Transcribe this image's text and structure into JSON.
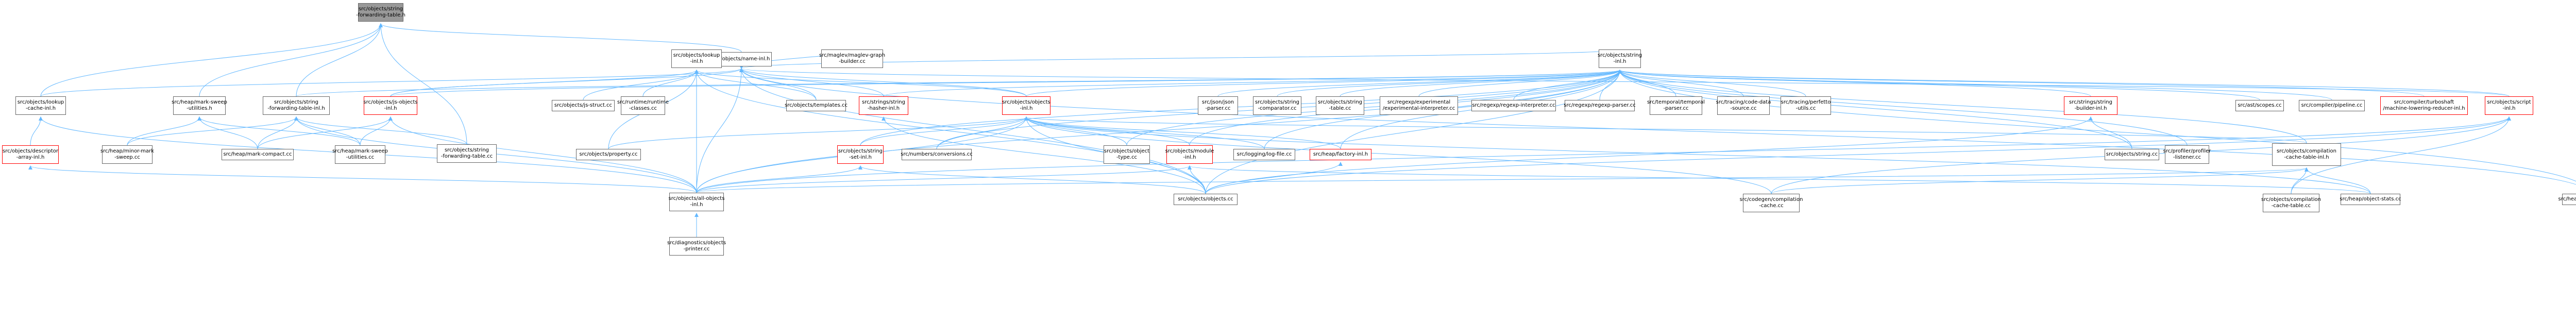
{
  "graph": {
    "style": {
      "edge_color": "#63b8ff",
      "active_fill": "#999999",
      "node_border": "#666666",
      "incomplete_border": "#ff0000"
    },
    "nodes": [
      {
        "id": "root",
        "label": "src/objects/string\n-forwarding-table.h",
        "active": true
      },
      {
        "id": "name_inl",
        "label": "src/objects/name-inl.h"
      },
      {
        "id": "lookup_cache_inl",
        "label": "src/objects/lookup\n-cache-inl.h"
      },
      {
        "id": "mark_sweep_utilities_h",
        "label": "src/heap/mark-sweep\n-utilities.h"
      },
      {
        "id": "sft_inl",
        "label": "src/objects/string\n-forwarding-table-inl.h"
      },
      {
        "id": "sft_cc",
        "label": "src/objects/string\n-forwarding-table.cc"
      },
      {
        "id": "lookup_inl",
        "label": "src/objects/lookup\n-inl.h"
      },
      {
        "id": "maglev_graph_builder",
        "label": "src/maglev/maglev-graph\n-builder.cc"
      },
      {
        "id": "string_inl",
        "label": "src/objects/string\n-inl.h"
      },
      {
        "id": "descriptor_array_inl",
        "label": "src/objects/descriptor\n-array-inl.h",
        "red": true
      },
      {
        "id": "minor_mark_sweep",
        "label": "src/heap/minor-mark\n-sweep.cc"
      },
      {
        "id": "mark_compact",
        "label": "src/heap/mark-compact.cc"
      },
      {
        "id": "mark_sweep_utilities_cc",
        "label": "src/heap/mark-sweep\n-utilities.cc"
      },
      {
        "id": "js_objects_inl",
        "label": "src/objects/js-objects\n-inl.h",
        "red": true
      },
      {
        "id": "js_struct",
        "label": "src/objects/js-struct.cc"
      },
      {
        "id": "runtime_classes",
        "label": "src/runtime/runtime\n-classes.cc"
      },
      {
        "id": "templates",
        "label": "src/objects/templates.cc"
      },
      {
        "id": "hasher_inl",
        "label": "src/strings/string\n-hasher-inl.h",
        "red": true
      },
      {
        "id": "objects_inl",
        "label": "src/objects/objects\n-inl.h",
        "red": true
      },
      {
        "id": "json_parser",
        "label": "src/json/json\n-parser.cc"
      },
      {
        "id": "string_comparator",
        "label": "src/objects/string\n-comparator.cc"
      },
      {
        "id": "string_table",
        "label": "src/objects/string\n-table.cc"
      },
      {
        "id": "experimental_interpreter",
        "label": "src/regexp/experimental\n/experimental-interpreter.cc"
      },
      {
        "id": "regexp_interpreter",
        "label": "src/regexp/regexp-interpreter.cc"
      },
      {
        "id": "regexp_parser",
        "label": "src/regexp/regexp-parser.cc"
      },
      {
        "id": "temporal_parser",
        "label": "src/temporal/temporal\n-parser.cc"
      },
      {
        "id": "code_data_source",
        "label": "src/tracing/code-data\n-source.cc"
      },
      {
        "id": "perfetto_utils",
        "label": "src/tracing/perfetto\n-utils.cc"
      },
      {
        "id": "string_builder_inl",
        "label": "src/strings/string\n-builder-inl.h",
        "red": true
      },
      {
        "id": "ast_scopes",
        "label": "src/ast/scopes.cc"
      },
      {
        "id": "pipeline",
        "label": "src/compiler/pipeline.cc"
      },
      {
        "id": "turboshaft",
        "label": "src/compiler/turboshaft\n/machine-lowering-reducer-inl.h",
        "red": true
      },
      {
        "id": "script_inl",
        "label": "src/objects/script\n-inl.h",
        "red": true
      },
      {
        "id": "property_cc",
        "label": "src/objects/property.cc"
      },
      {
        "id": "string_set_inl",
        "label": "src/objects/string\n-set-inl.h",
        "red": true
      },
      {
        "id": "numbers_conversions",
        "label": "src/numbers/conversions.cc"
      },
      {
        "id": "object_type",
        "label": "src/objects/object\n-type.cc"
      },
      {
        "id": "module_inl",
        "label": "src/objects/module\n-inl.h",
        "red": true
      },
      {
        "id": "log_file",
        "label": "src/logging/log-file.cc"
      },
      {
        "id": "factory_inl",
        "label": "src/heap/factory-inl.h",
        "red": true
      },
      {
        "id": "string_cc",
        "label": "src/objects/string.cc"
      },
      {
        "id": "profiler_listener",
        "label": "src/profiler/profiler\n-listener.cc"
      },
      {
        "id": "compilation_cache_inl",
        "label": "src/objects/compilation\n-cache-table-inl.h"
      },
      {
        "id": "all_objects_inl",
        "label": "src/objects/all-objects\n-inl.h"
      },
      {
        "id": "objects_cc",
        "label": "src/objects/objects.cc"
      },
      {
        "id": "codegen_compilation_cache",
        "label": "src/codegen/compilation\n-cache.cc"
      },
      {
        "id": "factory_base",
        "label": "src/heap/factory-base.cc"
      },
      {
        "id": "compilation_cache_table",
        "label": "src/objects/compilation\n-cache-table.cc"
      },
      {
        "id": "object_stats",
        "label": "src/heap/object-stats.cc"
      },
      {
        "id": "objects_printer",
        "label": "src/diagnostics/objects\n-printer.cc"
      }
    ],
    "edges": [
      [
        "name_inl",
        "root"
      ],
      [
        "lookup_cache_inl",
        "root"
      ],
      [
        "mark_sweep_utilities_h",
        "root"
      ],
      [
        "sft_inl",
        "root"
      ],
      [
        "sft_cc",
        "root"
      ],
      [
        "lookup_inl",
        "name_inl"
      ],
      [
        "maglev_graph_builder",
        "name_inl"
      ],
      [
        "string_inl",
        "name_inl"
      ],
      [
        "hasher_inl",
        "name_inl"
      ],
      [
        "objects_inl",
        "name_inl"
      ],
      [
        "templates",
        "name_inl"
      ],
      [
        "script_inl",
        "name_inl"
      ],
      [
        "all_objects_inl",
        "name_inl"
      ],
      [
        "objects_cc",
        "name_inl"
      ],
      [
        "lookup_cache_inl",
        "name_inl"
      ],
      [
        "js_objects_inl",
        "name_inl"
      ],
      [
        "factory_base",
        "name_inl"
      ],
      [
        "descriptor_array_inl",
        "lookup_cache_inl"
      ],
      [
        "all_objects_inl",
        "lookup_cache_inl"
      ],
      [
        "minor_mark_sweep",
        "mark_sweep_utilities_h"
      ],
      [
        "mark_compact",
        "mark_sweep_utilities_h"
      ],
      [
        "mark_sweep_utilities_cc",
        "mark_sweep_utilities_h"
      ],
      [
        "mark_compact",
        "sft_inl"
      ],
      [
        "mark_sweep_utilities_cc",
        "sft_inl"
      ],
      [
        "minor_mark_sweep",
        "sft_inl"
      ],
      [
        "sft_cc",
        "sft_inl"
      ],
      [
        "all_objects_inl",
        "sft_inl"
      ],
      [
        "js_objects_inl",
        "lookup_inl"
      ],
      [
        "js_struct",
        "lookup_inl"
      ],
      [
        "runtime_classes",
        "lookup_inl"
      ],
      [
        "templates",
        "lookup_inl"
      ],
      [
        "objects_inl",
        "lookup_inl"
      ],
      [
        "property_cc",
        "lookup_inl"
      ],
      [
        "objects_cc",
        "lookup_inl"
      ],
      [
        "all_objects_inl",
        "lookup_inl"
      ],
      [
        "sft_inl",
        "string_inl"
      ],
      [
        "hasher_inl",
        "string_inl"
      ],
      [
        "objects_inl",
        "string_inl"
      ],
      [
        "json_parser",
        "string_inl"
      ],
      [
        "string_comparator",
        "string_inl"
      ],
      [
        "string_table",
        "string_inl"
      ],
      [
        "experimental_interpreter",
        "string_inl"
      ],
      [
        "regexp_interpreter",
        "string_inl"
      ],
      [
        "regexp_parser",
        "string_inl"
      ],
      [
        "temporal_parser",
        "string_inl"
      ],
      [
        "code_data_source",
        "string_inl"
      ],
      [
        "perfetto_utils",
        "string_inl"
      ],
      [
        "string_builder_inl",
        "string_inl"
      ],
      [
        "ast_scopes",
        "string_inl"
      ],
      [
        "pipeline",
        "string_inl"
      ],
      [
        "turboshaft",
        "string_inl"
      ],
      [
        "script_inl",
        "string_inl"
      ],
      [
        "string_set_inl",
        "string_inl"
      ],
      [
        "numbers_conversions",
        "string_inl"
      ],
      [
        "object_type",
        "string_inl"
      ],
      [
        "module_inl",
        "string_inl"
      ],
      [
        "factory_inl",
        "string_inl"
      ],
      [
        "string_cc",
        "string_inl"
      ],
      [
        "profiler_listener",
        "string_inl"
      ],
      [
        "compilation_cache_inl",
        "string_inl"
      ],
      [
        "all_objects_inl",
        "string_inl"
      ],
      [
        "objects_cc",
        "string_inl"
      ],
      [
        "factory_base",
        "string_inl"
      ],
      [
        "js_objects_inl",
        "string_inl"
      ],
      [
        "log_file",
        "string_inl"
      ],
      [
        "all_objects_inl",
        "descriptor_array_inl"
      ],
      [
        "mark_compact",
        "js_objects_inl"
      ],
      [
        "mark_sweep_utilities_cc",
        "js_objects_inl"
      ],
      [
        "all_objects_inl",
        "js_objects_inl"
      ],
      [
        "objects_cc",
        "hasher_inl"
      ],
      [
        "string_set_inl",
        "objects_inl"
      ],
      [
        "numbers_conversions",
        "objects_inl"
      ],
      [
        "object_type",
        "objects_inl"
      ],
      [
        "module_inl",
        "objects_inl"
      ],
      [
        "log_file",
        "objects_inl"
      ],
      [
        "factory_inl",
        "objects_inl"
      ],
      [
        "property_cc",
        "objects_inl"
      ],
      [
        "all_objects_inl",
        "objects_inl"
      ],
      [
        "objects_cc",
        "objects_inl"
      ],
      [
        "codegen_compilation_cache",
        "objects_inl"
      ],
      [
        "object_stats",
        "objects_inl"
      ],
      [
        "compilation_cache_inl",
        "objects_inl"
      ],
      [
        "string_cc",
        "string_builder_inl"
      ],
      [
        "objects_cc",
        "string_builder_inl"
      ],
      [
        "all_objects_inl",
        "string_set_inl"
      ],
      [
        "objects_cc",
        "string_set_inl"
      ],
      [
        "all_objects_inl",
        "module_inl"
      ],
      [
        "objects_cc",
        "module_inl"
      ],
      [
        "object_stats",
        "module_inl"
      ],
      [
        "objects_cc",
        "factory_inl"
      ],
      [
        "all_objects_inl",
        "script_inl"
      ],
      [
        "objects_cc",
        "script_inl"
      ],
      [
        "codegen_compilation_cache",
        "script_inl"
      ],
      [
        "compilation_cache_table",
        "script_inl"
      ],
      [
        "codegen_compilation_cache",
        "compilation_cache_inl"
      ],
      [
        "compilation_cache_table",
        "compilation_cache_inl"
      ],
      [
        "object_stats",
        "compilation_cache_inl"
      ],
      [
        "all_objects_inl",
        "compilation_cache_inl"
      ],
      [
        "objects_printer",
        "all_objects_inl"
      ]
    ]
  }
}
